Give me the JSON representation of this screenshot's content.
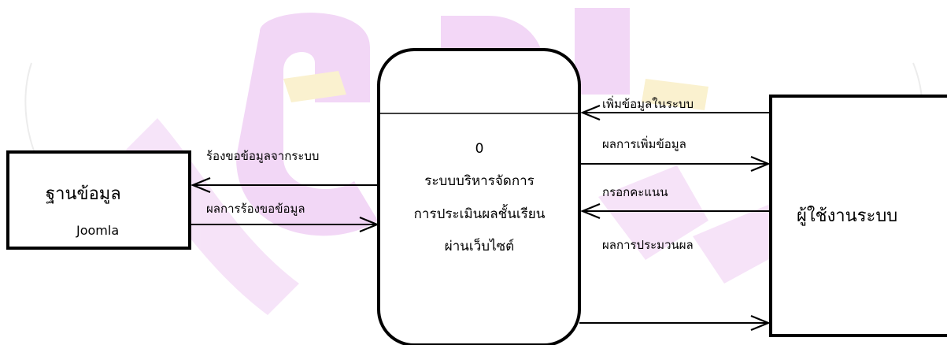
{
  "datastore": {
    "title": "ฐานข้อมูล",
    "subtitle": "Joomla"
  },
  "process": {
    "number": "0",
    "name_lines": [
      "ระบบบริหารจัดการ",
      "การประเมินผลชั้นเรียน",
      "ผ่านเว็บไซต์"
    ]
  },
  "external_entity": {
    "title": "ผู้ใช้งานระบบ"
  },
  "flows": {
    "request_data": "ร้องขอข้อมูลจากระบบ",
    "request_result": "ผลการร้องขอข้อมูล",
    "add_data": "เพิ่มข้อมูลในระบบ",
    "add_result": "ผลการเพิ่มข้อมูล",
    "enter_scores": "กรอกคะแนน",
    "processing_result": "ผลการประมวนผล"
  },
  "colors": {
    "line": "#000000",
    "watermark_primary": "#e9b7f0",
    "watermark_accent": "#f6e7a8"
  }
}
